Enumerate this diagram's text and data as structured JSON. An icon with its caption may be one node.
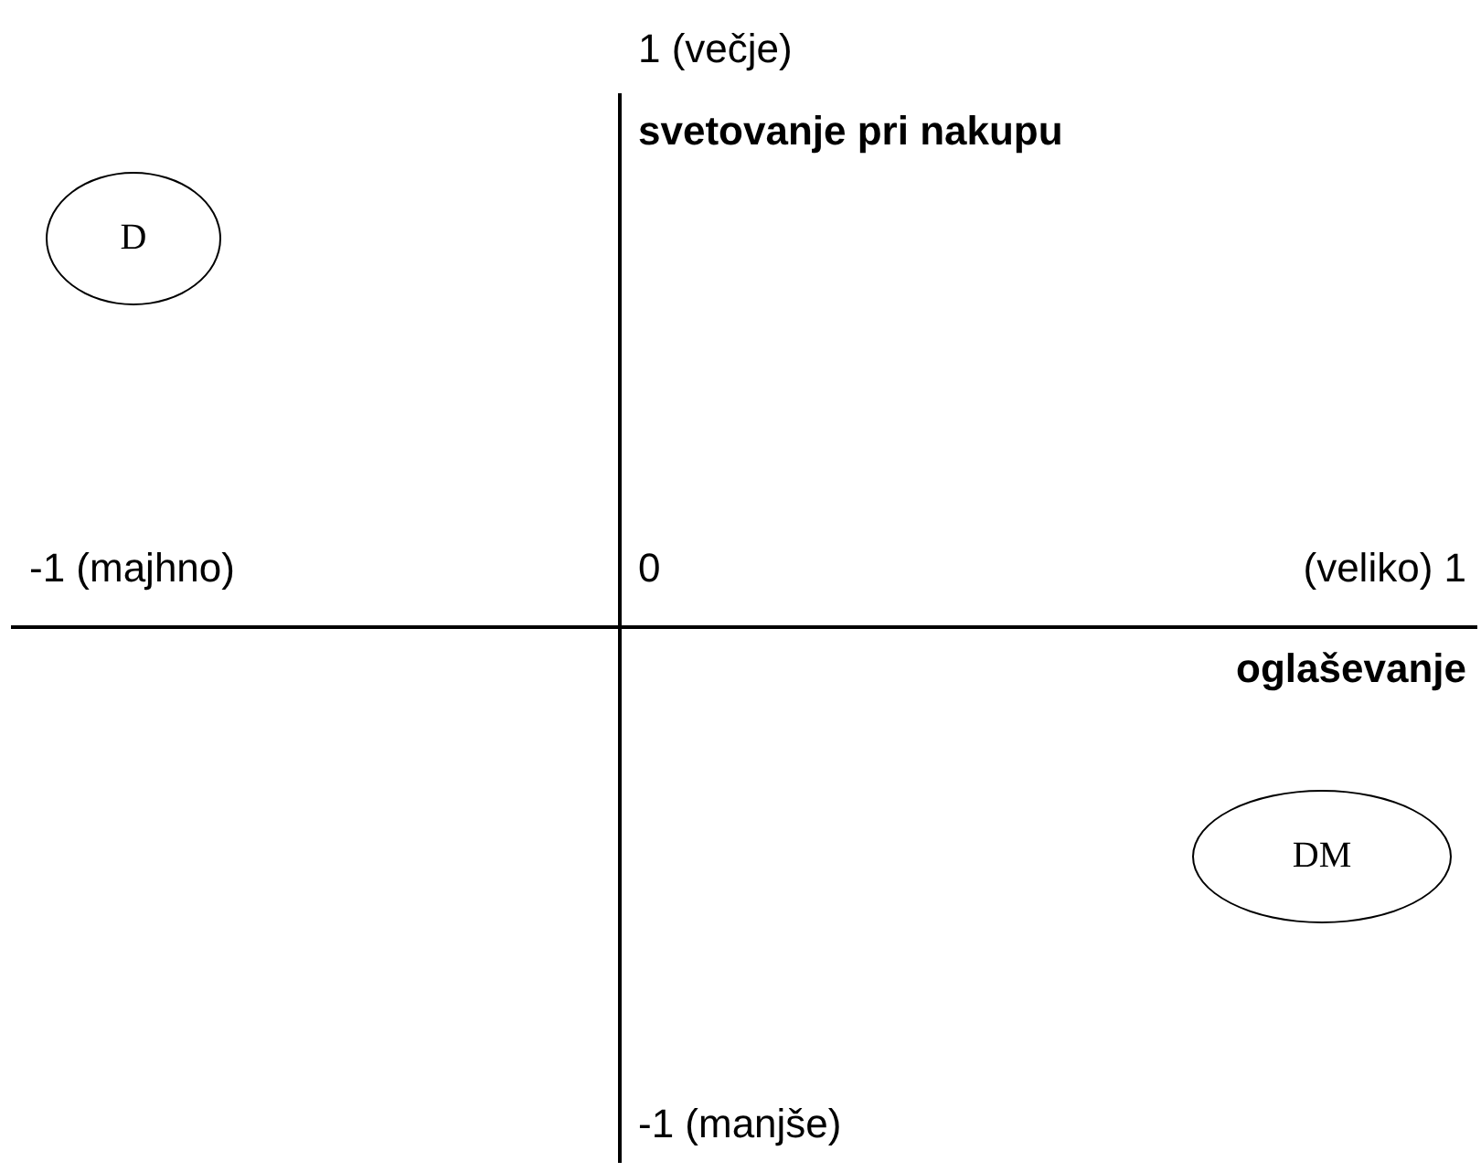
{
  "diagram": {
    "nodes": [
      {
        "text": [
          "D"
        ]
      },
      {
        "text": [
          "DM"
        ]
      }
    ],
    "labels": [
      "1 (večje)",
      "svetovanje pri nakupu",
      "-1 (majhno)",
      "0",
      "(veliko) 1",
      "oglaševanje",
      "-1 (manjše)"
    ]
  }
}
